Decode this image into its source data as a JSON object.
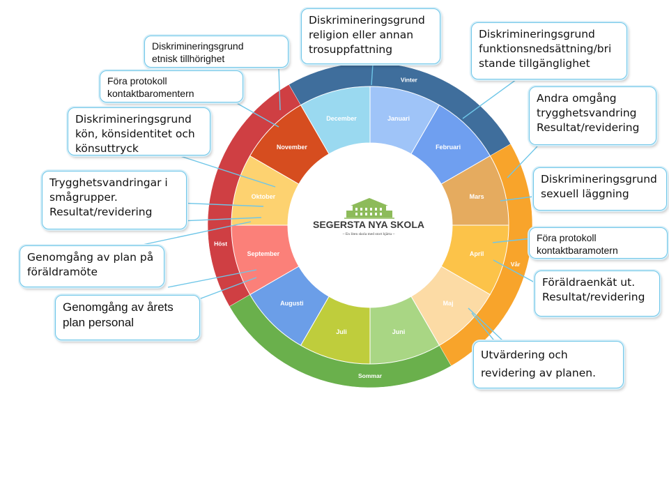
{
  "wheel": {
    "seasons": [
      {
        "label": "Vinter",
        "color": "#3f6e9c"
      },
      {
        "label": "Vår",
        "color": "#f8a42b"
      },
      {
        "label": "Sommar",
        "color": "#6ab04c"
      },
      {
        "label": "Höst",
        "color": "#cf3f43"
      }
    ],
    "months": [
      {
        "label": "December",
        "color": "#9ad9f0"
      },
      {
        "label": "Januari",
        "color": "#9fc4f8"
      },
      {
        "label": "Februari",
        "color": "#6f9ff0"
      },
      {
        "label": "Mars",
        "color": "#e5ab5f"
      },
      {
        "label": "April",
        "color": "#fcc349"
      },
      {
        "label": "Maj",
        "color": "#fcdba5"
      },
      {
        "label": "Juni",
        "color": "#a9d684"
      },
      {
        "label": "Juli",
        "color": "#bfcd3c"
      },
      {
        "label": "Augusti",
        "color": "#6b9ee8"
      },
      {
        "label": "September",
        "color": "#fb8079"
      },
      {
        "label": "Oktober",
        "color": "#fdd270"
      },
      {
        "label": "November",
        "color": "#d64d1f"
      }
    ]
  },
  "logo": {
    "title": "SEGERSTA NYA SKOLA",
    "subtitle": "~ En liten skola med stort hjärta ~",
    "building_color": "#8dbb5a"
  },
  "callouts": {
    "etnisk": "Diskrimineringsgrund\netnisk tillhörighet",
    "religion": "Diskrimineringsgrund\nreligion eller annan\ntrosuppfattning",
    "funktion": "Diskrimineringsgrund\nfunktionsnedsättning/bri\nstande tillgänglighet",
    "protokoll_nov": "Föra protokoll\nkontaktbaromentern",
    "trygghet_andra": "Andra omgång\ntrygghetsvandring\nResultat/revidering",
    "kon": "Diskrimineringsgrund\nkön, könsidentitet och\nkönsuttryck",
    "sexuell": "Diskrimineringsgrund\nsexuell läggning",
    "smagrupper": "Trygghetsvandringar i\nsmågrupper.\nResultat/revidering",
    "protokoll_april": "Föra protokoll\nkontaktbaramotern",
    "foraldramote": "Genomgång av plan på\nföräldramöte",
    "foraldraenkat": "Föräldraenkät ut.\nResultat/revidering",
    "personal": "Genomgång av årets\nplan personal",
    "utvardering": "Utvärdering och\nrevidering av planen."
  },
  "colors": {
    "callout_border": "#6ec6e8",
    "leader_line": "#6ec6e8"
  }
}
